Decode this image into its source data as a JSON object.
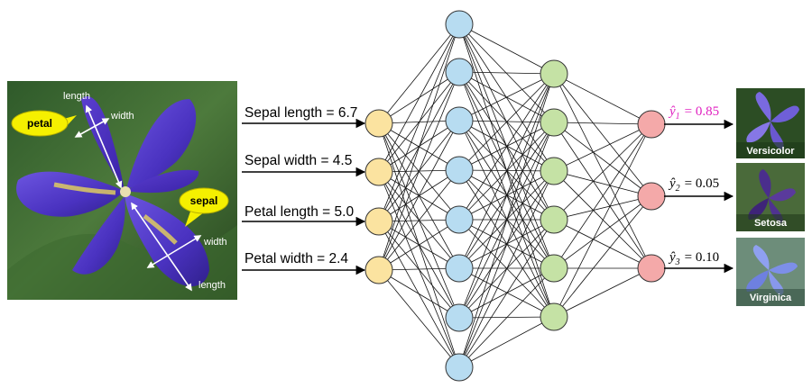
{
  "iris_photo": {
    "callouts": [
      "petal",
      "sepal"
    ],
    "measure_labels": {
      "petal_length": "length",
      "petal_width": "width",
      "sepal_width": "width",
      "sepal_length": "length"
    }
  },
  "inputs": [
    {
      "label": "Sepal length = 6.7"
    },
    {
      "label": "Sepal width = 4.5"
    },
    {
      "label": "Petal length = 5.0"
    },
    {
      "label": "Petal width = 2.4"
    }
  ],
  "network": {
    "layers": [
      4,
      8,
      6,
      3
    ],
    "colors": {
      "input": "#fbe3a0",
      "hidden1": "#b7dcf1",
      "hidden2": "#c5e2a5",
      "output": "#f4a9a9",
      "stroke": "#333333",
      "highlight": "#e020c0"
    }
  },
  "outputs": [
    {
      "symbol": "ŷ",
      "sub": "1",
      "text": "= 0.85",
      "highlight": true
    },
    {
      "symbol": "ŷ",
      "sub": "2",
      "text": "= 0.05",
      "highlight": false
    },
    {
      "symbol": "ŷ",
      "sub": "3",
      "text": "= 0.10",
      "highlight": false
    }
  ],
  "classes": [
    {
      "name": "Versicolor"
    },
    {
      "name": "Setosa"
    },
    {
      "name": "Virginica"
    }
  ]
}
